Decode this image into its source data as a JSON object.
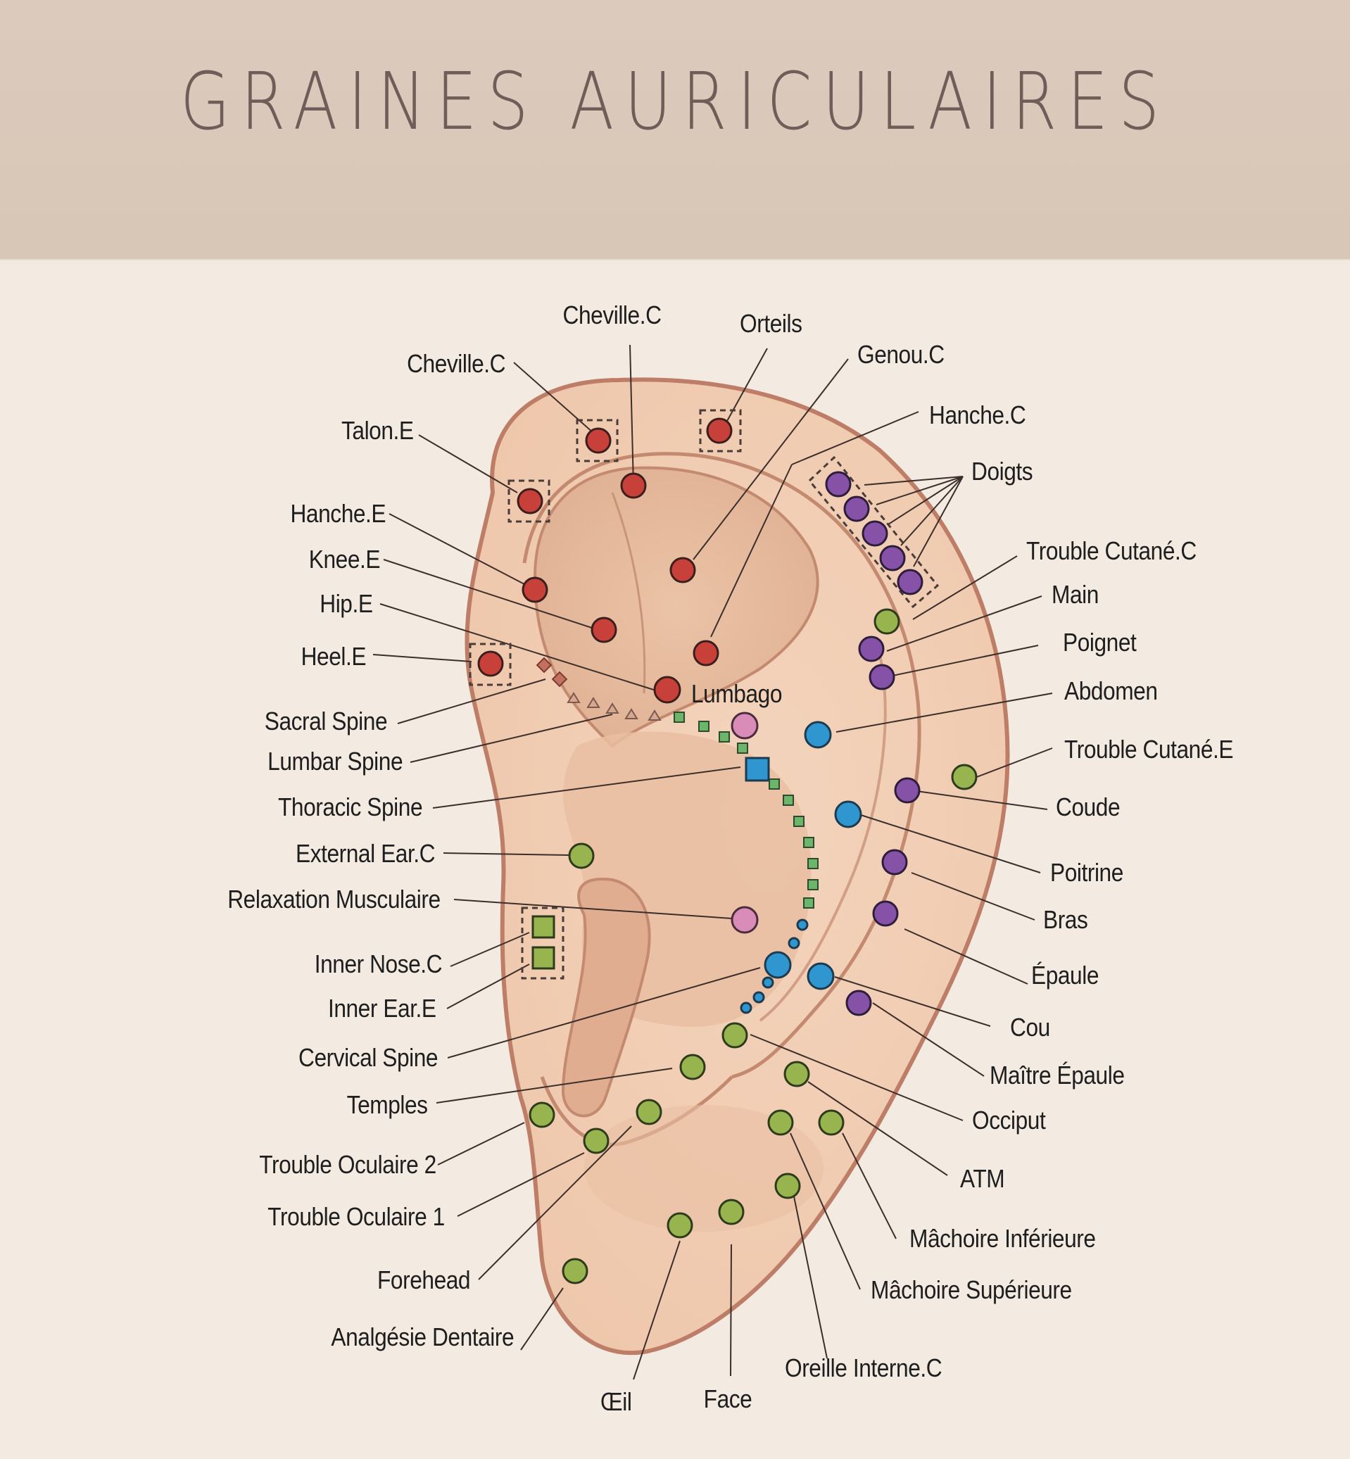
{
  "header": {
    "title": "GRAINES AURICULAIRES"
  },
  "colors": {
    "header_bg": "#d9c7b8",
    "page_bg": "#f3ebe2",
    "ear_fill": "#f0cdb3",
    "ear_outline": "#bd7d66",
    "red_point": "#c8403a",
    "purple_point": "#8552a8",
    "green_point": "#98b44e",
    "blue_point": "#2f96cf",
    "pink_point": "#d98cb8",
    "spine_green": "#6cb66c"
  },
  "labels": {
    "cheville_c_top": "Cheville.C",
    "orteils": "Orteils",
    "cheville_c_left": "Cheville.C",
    "genou_c": "Genou.C",
    "talon_e": "Talon.E",
    "hanche_c": "Hanche.C",
    "doigts": "Doigts",
    "hanche_e": "Hanche.E",
    "knee_e": "Knee.E",
    "hip_e": "Hip.E",
    "heel_e": "Heel.E",
    "lumbago": "Lumbago",
    "sacral_spine": "Sacral Spine",
    "lumbar_spine": "Lumbar Spine",
    "thoracic_spine": "Thoracic Spine",
    "external_ear_c": "External Ear.C",
    "relaxation_musculaire": "Relaxation Musculaire",
    "inner_nose_c": "Inner Nose.C",
    "inner_ear_e": "Inner Ear.E",
    "cervical_spine": "Cervical Spine",
    "temples": "Temples",
    "trouble_oculaire_2": "Trouble Oculaire 2",
    "trouble_oculaire_1": "Trouble Oculaire 1",
    "forehead": "Forehead",
    "analgesie_dentaire": "Analgésie Dentaire",
    "oeil": "Œil",
    "face": "Face",
    "trouble_cutane_c": "Trouble Cutané.C",
    "main": "Main",
    "poignet": "Poignet",
    "abdomen": "Abdomen",
    "trouble_cutane_e": "Trouble Cutané.E",
    "coude": "Coude",
    "poitrine": "Poitrine",
    "bras": "Bras",
    "epaule": "Épaule",
    "cou": "Cou",
    "maitre_epaule": "Maître Épaule",
    "occiput": "Occiput",
    "atm": "ATM",
    "machoire_inferieure": "Mâchoire Inférieure",
    "machoire_superieure": "Mâchoire Supérieure",
    "oreille_interne_c": "Oreille Interne.C"
  }
}
